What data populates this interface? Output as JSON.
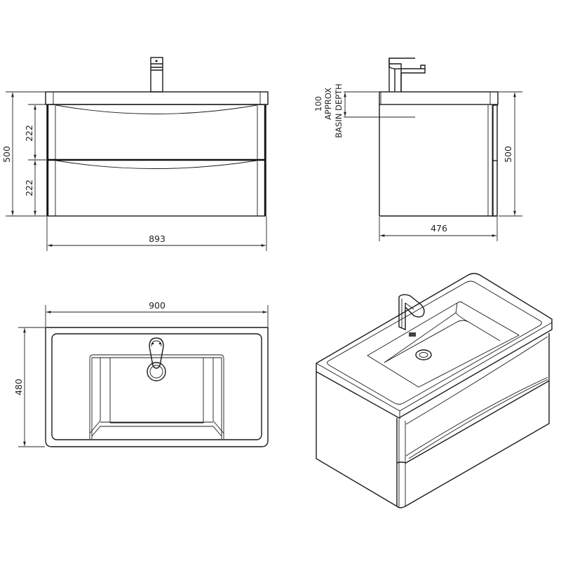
{
  "drawing": {
    "subject": "Wall-hung 2-drawer vanity unit with basin",
    "units": "mm",
    "colors": {
      "line": "#1a1a1a",
      "background": "#ffffff"
    }
  },
  "front_view": {
    "overall_height": "500",
    "drawer_top_height": "222",
    "drawer_bottom_height": "222",
    "cabinet_width": "893"
  },
  "side_view": {
    "basin_depth_value": "100",
    "basin_depth_line2": "APPROX",
    "basin_depth_line3": "BASIN DEPTH",
    "overall_height": "500",
    "depth": "476"
  },
  "top_view": {
    "basin_width": "900",
    "basin_depth": "480"
  },
  "iso_view": {
    "label": ""
  }
}
